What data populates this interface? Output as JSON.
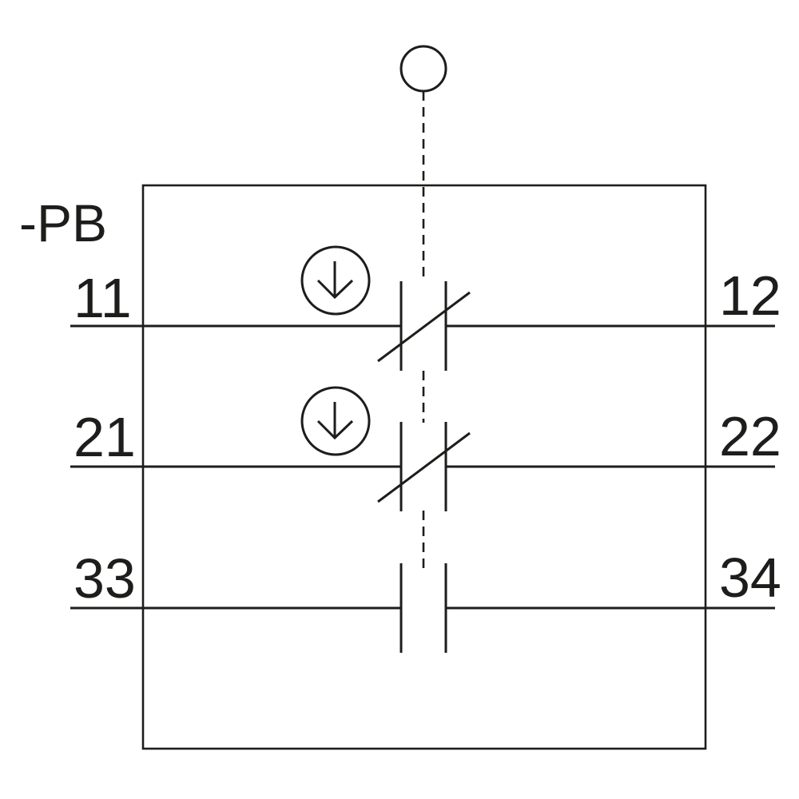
{
  "diagram": {
    "kind": "pushbutton-contact-block-circuit-diagram",
    "device_label": "-PB",
    "colors": {
      "line": "#1d1d1b",
      "background": "#ffffff"
    },
    "actuator": {
      "icon": "pushbutton-head-circle",
      "linkage_icon": "dashed-mechanical-link-line"
    },
    "positive_opening_icon": "circled-down-arrow",
    "contacts": [
      {
        "left_terminal": "11",
        "right_terminal": "12",
        "type": "NC",
        "positive_opening": true
      },
      {
        "left_terminal": "21",
        "right_terminal": "22",
        "type": "NC",
        "positive_opening": true
      },
      {
        "left_terminal": "33",
        "right_terminal": "34",
        "type": "NO",
        "positive_opening": false
      }
    ]
  }
}
